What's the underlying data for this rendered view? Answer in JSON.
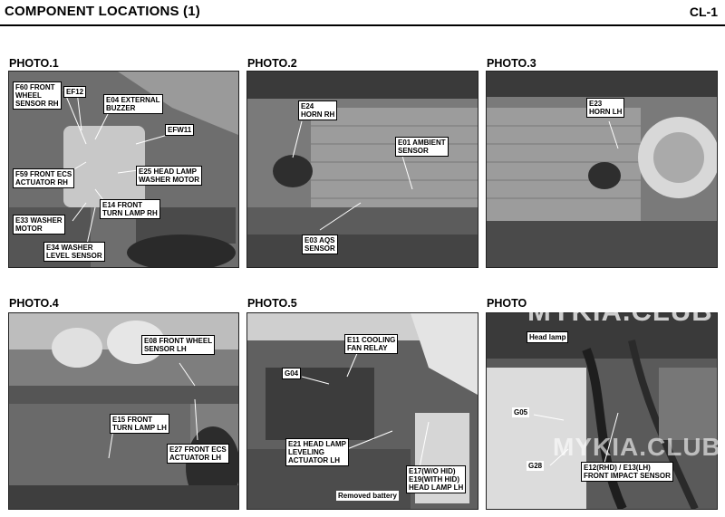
{
  "header": {
    "title": "COMPONENT LOCATIONS (1)",
    "code": "CL-1"
  },
  "photos": [
    {
      "label": "PHOTO.1",
      "callouts": [
        "F60 FRONT\nWHEEL\nSENSOR RH",
        "EF12",
        "E04 EXTERNAL\nBUZZER",
        "EFW11",
        "F59 FRONT ECS\nACTUATOR RH",
        "E25 HEAD LAMP\nWASHER MOTOR",
        "E14 FRONT\nTURN LAMP RH",
        "E33 WASHER\nMOTOR",
        "E34 WASHER\nLEVEL SENSOR"
      ]
    },
    {
      "label": "PHOTO.2",
      "callouts": [
        "E24\nHORN RH",
        "E01 AMBIENT\nSENSOR",
        "E03 AQS\nSENSOR"
      ]
    },
    {
      "label": "PHOTO.3",
      "callouts": [
        "E23\nHORN LH"
      ]
    },
    {
      "label": "PHOTO.4",
      "callouts": [
        "E08 FRONT WHEEL\nSENSOR LH",
        "E15 FRONT\nTURN LAMP LH",
        "E27 FRONT ECS\nACTUATOR LH"
      ]
    },
    {
      "label": "PHOTO.5",
      "callouts": [
        "E11 COOLING\nFAN RELAY",
        "G04",
        "E21 HEAD LAMP\nLEVELING\nACTUATOR LH",
        "E17(W/O HID)\nE19(WITH HID)\nHEAD LAMP LH",
        "Removed battery"
      ]
    },
    {
      "label": "PHOTO",
      "callouts": [
        "Head lamp",
        "G05",
        "G28",
        "E12(RHD) / E13(LH)\nFRONT IMPACT SENSOR"
      ]
    }
  ],
  "watermark": "MYKIA.CLUB"
}
